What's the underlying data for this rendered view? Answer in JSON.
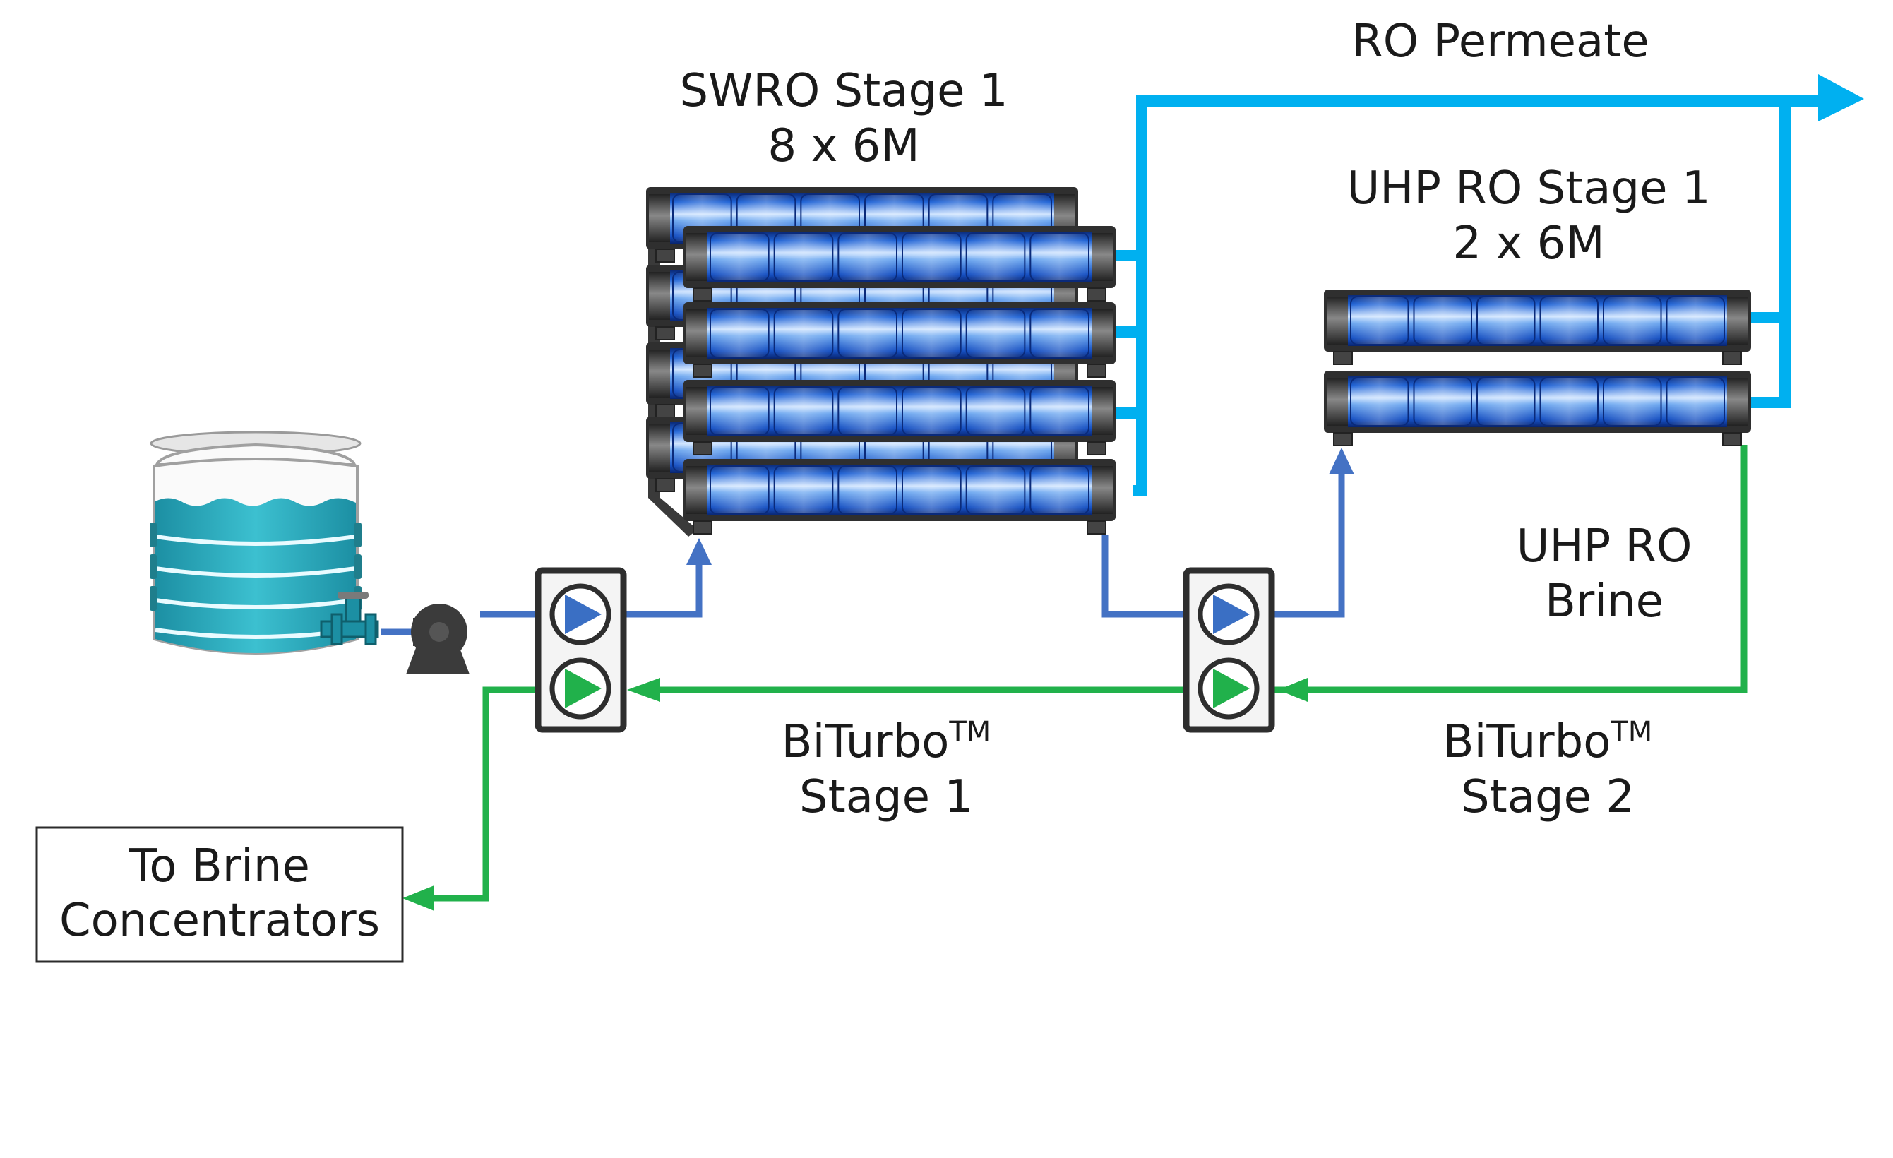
{
  "labels": {
    "ro_permeate": "RO Permeate",
    "swro_stage1_title": "SWRO Stage 1",
    "swro_stage1_config": "8 x 6M",
    "uhp_stage1_title": "UHP RO Stage 1",
    "uhp_stage1_config": "2 x 6M",
    "uhp_brine_line1": "UHP RO",
    "uhp_brine_line2": "Brine",
    "biturbo1_name": "BiTurbo",
    "biturbo1_tm": "TM",
    "biturbo1_stage": "Stage 1",
    "biturbo2_name": "BiTurbo",
    "biturbo2_tm": "TM",
    "biturbo2_stage": "Stage 2",
    "brine_box_line1": "To Brine",
    "brine_box_line2": "Concentrators"
  },
  "colors": {
    "feed_line": "#4472c4",
    "brine_line": "#21b14b",
    "permeate_line": "#00b0f0",
    "tank_water": "#2aa6b8",
    "vessel_blue": "#1f63d6",
    "frame_dark": "#333333"
  },
  "icons": {
    "tank": "storage-tank-icon",
    "pump": "feed-pump-icon",
    "turbo": "biturbo-pump-icon",
    "vessel": "pressure-vessel-icon"
  }
}
